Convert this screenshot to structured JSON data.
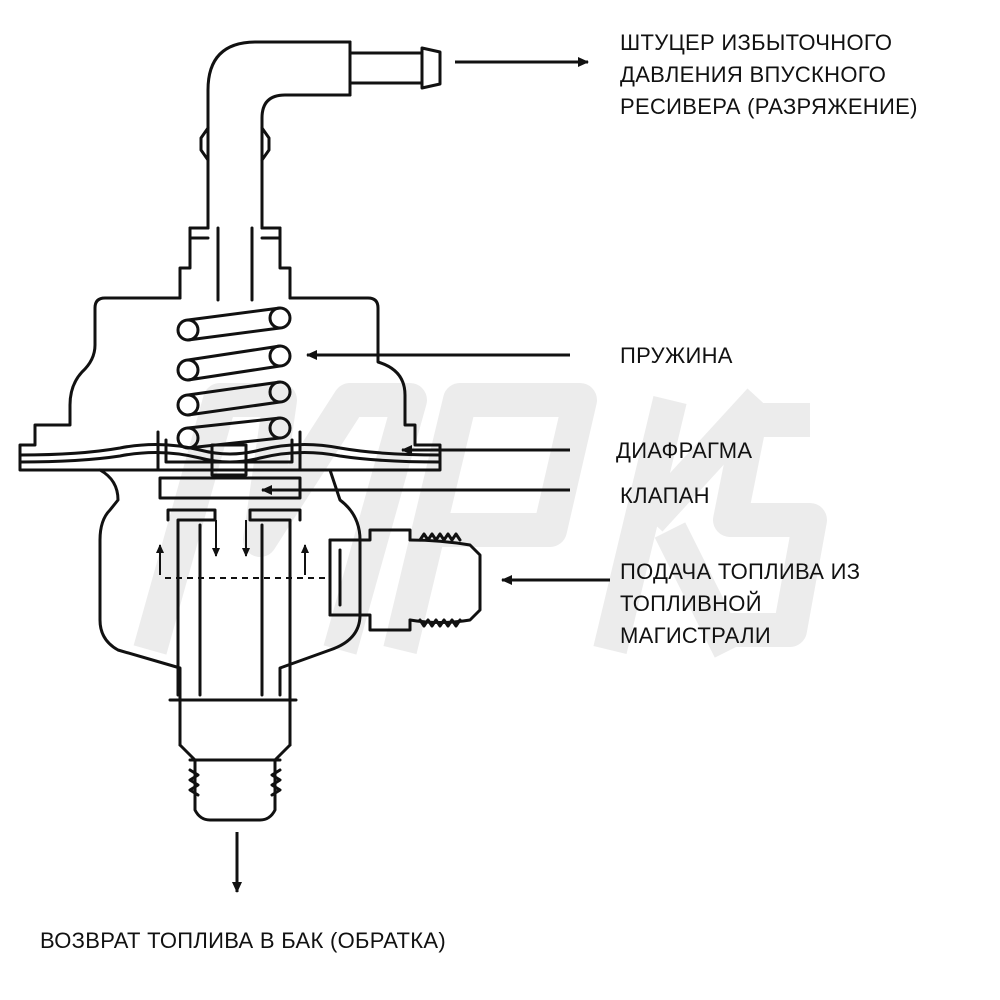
{
  "labels": {
    "vacuum_port": [
      "ШТУЦЕР ИЗБЫТОЧНОГО",
      "ДАВЛЕНИЯ ВПУСКНОГО",
      "РЕСИВЕРА (РАЗРЯЖЕНИЕ)"
    ],
    "spring": "ПРУЖИНА",
    "diaphragm": "ДИАФРАГМА",
    "valve": "КЛАПАН",
    "fuel_feed": [
      "ПОДАЧА ТОПЛИВА ИЗ",
      "ТОПЛИВНОЙ",
      "МАГИСТРАЛИ"
    ],
    "fuel_return": "ВОЗВРАТ ТОПЛИВА В БАК (ОБРАТКА)"
  },
  "colors": {
    "line": "#111111",
    "background": "#ffffff",
    "watermark": "#ececec"
  }
}
